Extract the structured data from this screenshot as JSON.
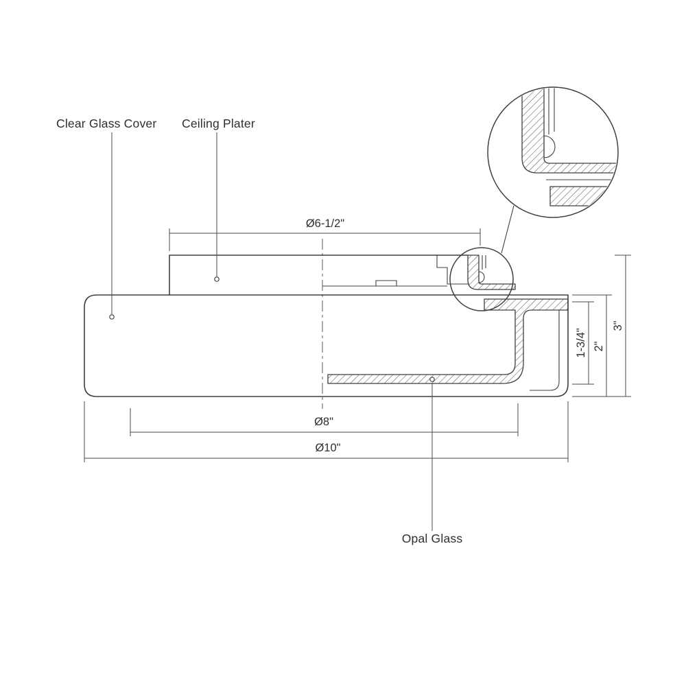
{
  "diagram": {
    "part_labels": {
      "clear_glass_cover": "Clear Glass Cover",
      "ceiling_plate": "Ceiling Plater",
      "opal_glass": "Opal Glass"
    },
    "dimensions": {
      "plate_diameter": "Ø6-1/2\"",
      "glass_diameter": "Ø8\"",
      "overall_diameter": "Ø10\"",
      "glass_height": "1-3/4\"",
      "cover_height": "2\"",
      "overall_height": "3\""
    },
    "colors": {
      "line": "#3f3f3f",
      "hatch": "#5a5a5a",
      "gasket": "#101010",
      "background": "#ffffff",
      "text": "#2e2e2e"
    }
  }
}
